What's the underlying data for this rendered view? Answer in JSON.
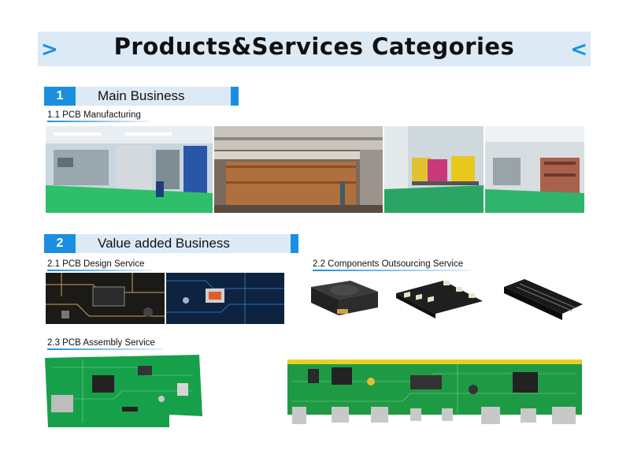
{
  "header": {
    "title": "Products&Services Categories",
    "left_chevron": ">",
    "right_chevron": "<",
    "accent": "#1a8fe0",
    "banner_bg": "#dceaf6"
  },
  "section1": {
    "number": "1",
    "label": "Main Business",
    "sub1": "1.1 PCB Manufacturing"
  },
  "section2": {
    "number": "2",
    "label": "Value added Business",
    "sub1": "2.1 PCB Design Service",
    "sub2": "2.2  Components  Outsourcing Service",
    "sub3": "2.3  PCB Assembly Service"
  }
}
